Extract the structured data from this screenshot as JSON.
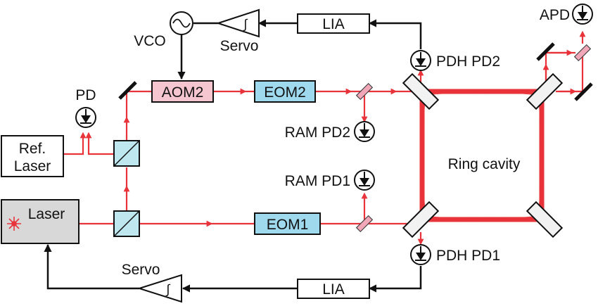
{
  "labels": {
    "vco": "VCO",
    "servo_top": "Servo",
    "lia_top": "LIA",
    "apd": "APD",
    "pdh_pd2": "PDH PD2",
    "pd": "PD",
    "aom2": "AOM2",
    "eom2": "EOM2",
    "ram_pd2": "RAM PD2",
    "ref_laser_line1": "Ref.",
    "ref_laser_line2": "Laser",
    "ring_cavity": "Ring cavity",
    "ram_pd1": "RAM PD1",
    "laser": "Laser",
    "eom1": "EOM1",
    "servo_bottom": "Servo",
    "lia_bottom": "LIA",
    "pdh_pd1": "PDH PD1",
    "integrator_symbol": "∫"
  },
  "colors": {
    "beam": "#e8333a",
    "cavity": "#e8333a",
    "aom_fill": "#f5c6cf",
    "eom_fill": "#9fd9ee",
    "beamsplitter_fill": "#bfe7f0",
    "laser_fill": "#d8d8d8",
    "wire": "#111111",
    "mirror": "#111111"
  }
}
